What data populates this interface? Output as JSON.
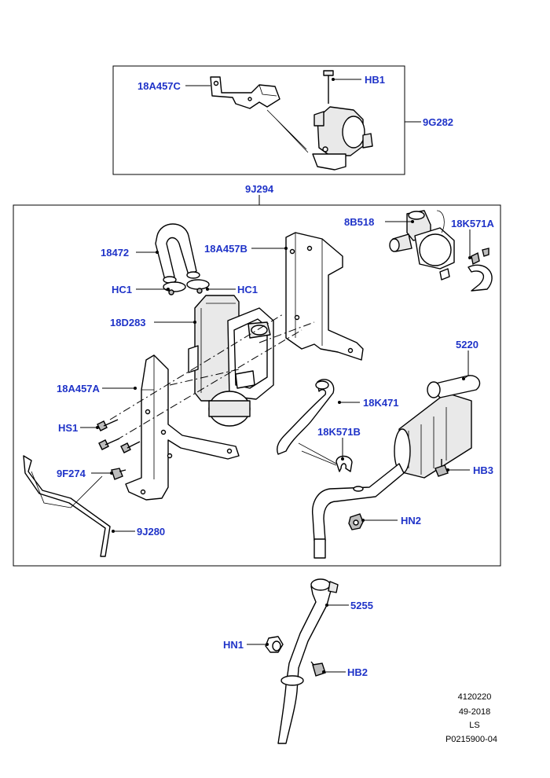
{
  "colors": {
    "callout": "#1f33c8",
    "line": "#000000"
  },
  "callouts": {
    "c18A457C_top": "18A457C",
    "cHB1": "HB1",
    "c9G282": "9G282",
    "c9J294": "9J294",
    "c8B518": "8B518",
    "c18K571A": "18K571A",
    "c18472": "18472",
    "c18A457B": "18A457B",
    "cHC1_left": "HC1",
    "cHC1_right": "HC1",
    "c18D283": "18D283",
    "c5220": "5220",
    "c18A457A": "18A457A",
    "c18K471": "18K471",
    "cHS1": "HS1",
    "c18K571B": "18K571B",
    "c9F274": "9F274",
    "cHB3": "HB3",
    "cHN2": "HN2",
    "c9J280": "9J280",
    "c5255": "5255",
    "cHN1": "HN1",
    "cHB2": "HB2"
  },
  "footer": {
    "line1": "4120220",
    "line2": "49-2018",
    "line3": "LS",
    "line4": "P0215900-04"
  }
}
